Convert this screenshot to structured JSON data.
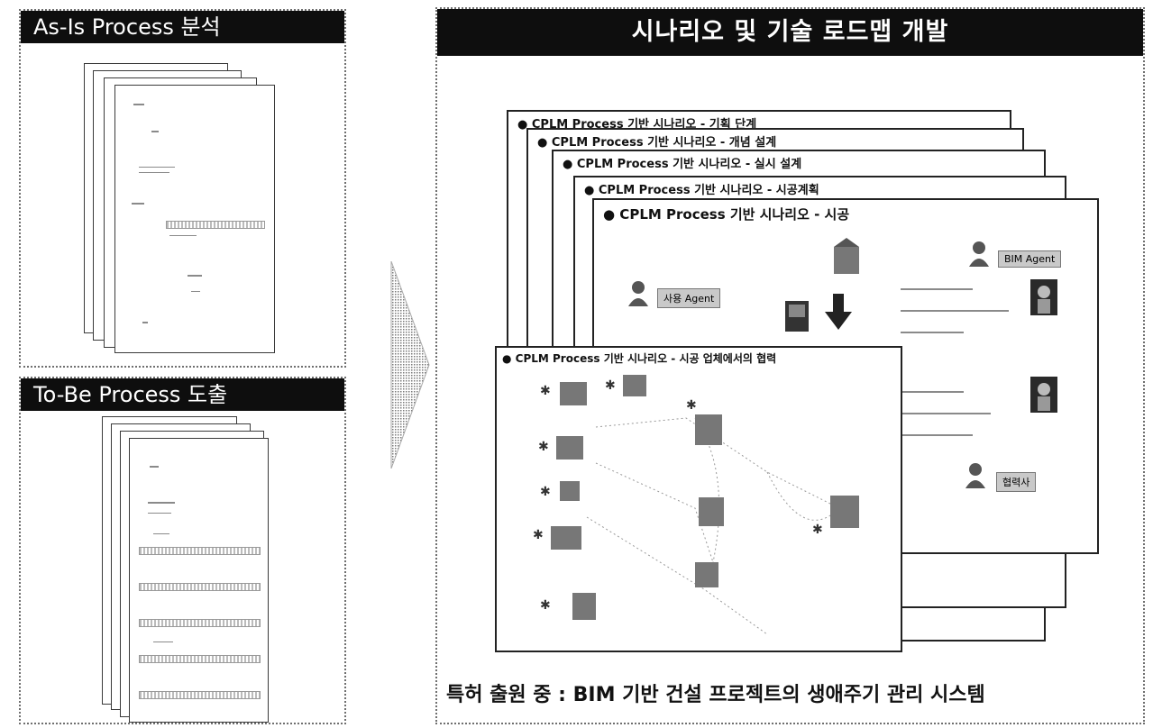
{
  "left_top": {
    "title": "As-Is Process 분석"
  },
  "left_bottom": {
    "title": "To-Be Process 도출"
  },
  "right": {
    "title": "시나리오 및 기술 로드맵 개발",
    "sheets": [
      "● CPLM Process 기반 시나리오 - 기획 단계",
      "● CPLM Process 기반 시나리오 - 개념 설계",
      "● CPLM Process 기반 시나리오 - 실시 설계",
      "● CPLM Process 기반 시나리오 - 시공계획",
      "● CPLM Process 기반 시나리오 - 시공",
      "● CPLM Process 기반 시나리오 - 시공 업체에서의 협력"
    ],
    "agents": {
      "left": "사용 Agent",
      "right": "BIM Agent",
      "bottom": "협력사"
    },
    "footer": "특허 출원 중 : BIM 기반 건설 프로젝트의 생애주기 관리 시스템"
  }
}
